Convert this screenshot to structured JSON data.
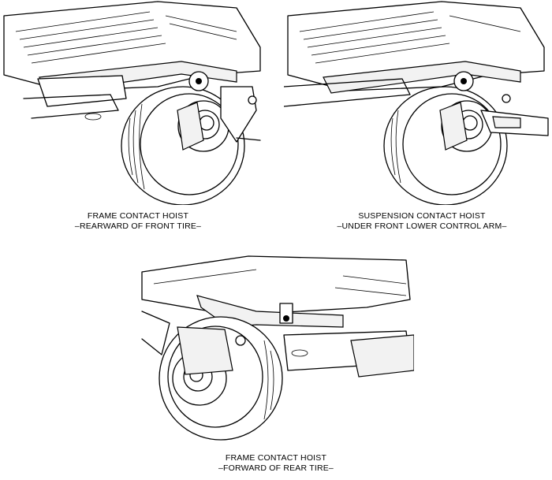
{
  "figures": [
    {
      "id": "front-frame",
      "caption_line1": "FRAME CONTACT HOIST",
      "caption_line2": "–REARWARD OF FRONT TIRE–"
    },
    {
      "id": "front-suspension",
      "caption_line1": "SUSPENSION CONTACT HOIST",
      "caption_line2": "–UNDER FRONT LOWER CONTROL ARM–"
    },
    {
      "id": "rear-frame",
      "caption_line1": "FRAME CONTACT HOIST",
      "caption_line2": "–FORWARD OF REAR TIRE–"
    }
  ]
}
